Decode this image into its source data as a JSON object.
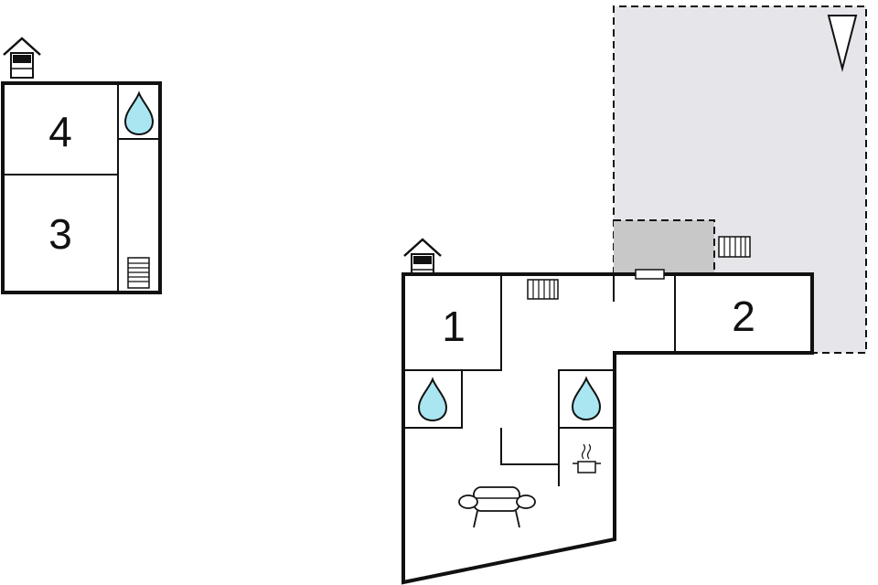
{
  "floorplan": {
    "upper_floor": {
      "rooms": [
        {
          "label": "4",
          "type": "bedroom"
        },
        {
          "label": "3",
          "type": "bedroom"
        }
      ],
      "icons": [
        "house-icon",
        "bathroom-drop-icon",
        "staircase-icon"
      ]
    },
    "ground_floor": {
      "rooms": [
        {
          "label": "1",
          "type": "bedroom"
        },
        {
          "label": "2",
          "type": "bedroom"
        }
      ],
      "icons": [
        "house-icon",
        "bathroom-drop-icon",
        "bathroom-drop-icon",
        "kitchen-pot-icon",
        "sofa-icon",
        "staircase-icon",
        "door-icon"
      ]
    },
    "outdoor": {
      "icons": [
        "compass-north-icon",
        "staircase-icon"
      ]
    }
  },
  "colors": {
    "wall": "#111111",
    "water_drop": "#a9e6f2",
    "terrace": "#e5e5ea",
    "covered_terrace": "#c8c8c8"
  }
}
